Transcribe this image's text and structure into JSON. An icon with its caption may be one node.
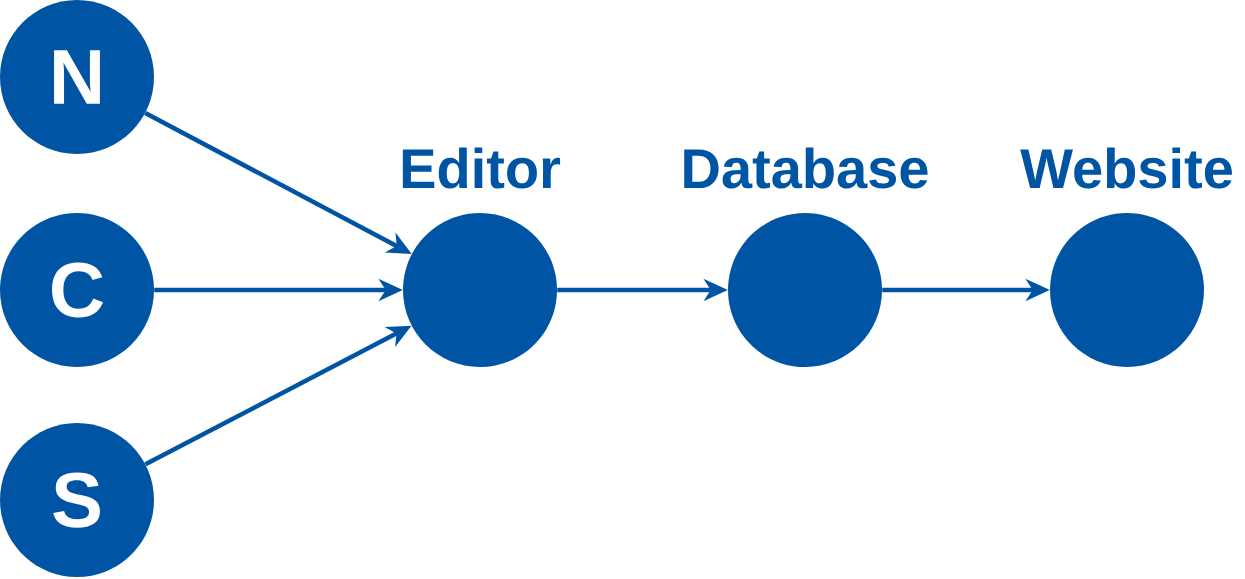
{
  "diagram": {
    "nodes": [
      {
        "text": [
          "N"
        ]
      },
      {
        "text": [
          "C"
        ]
      },
      {
        "text": [
          "S"
        ]
      },
      {
        "text": [
          "Editor"
        ]
      },
      {
        "text": [
          "Database"
        ]
      },
      {
        "text": [
          "Website"
        ]
      }
    ],
    "edges": [
      {
        "from": 0,
        "to": 3,
        "arrow": "to"
      },
      {
        "from": 1,
        "to": 3,
        "arrow": "to"
      },
      {
        "from": 2,
        "to": 3,
        "arrow": "to"
      },
      {
        "from": 3,
        "to": 4,
        "arrow": "to"
      },
      {
        "from": 4,
        "to": 5,
        "arrow": "to"
      }
    ]
  }
}
